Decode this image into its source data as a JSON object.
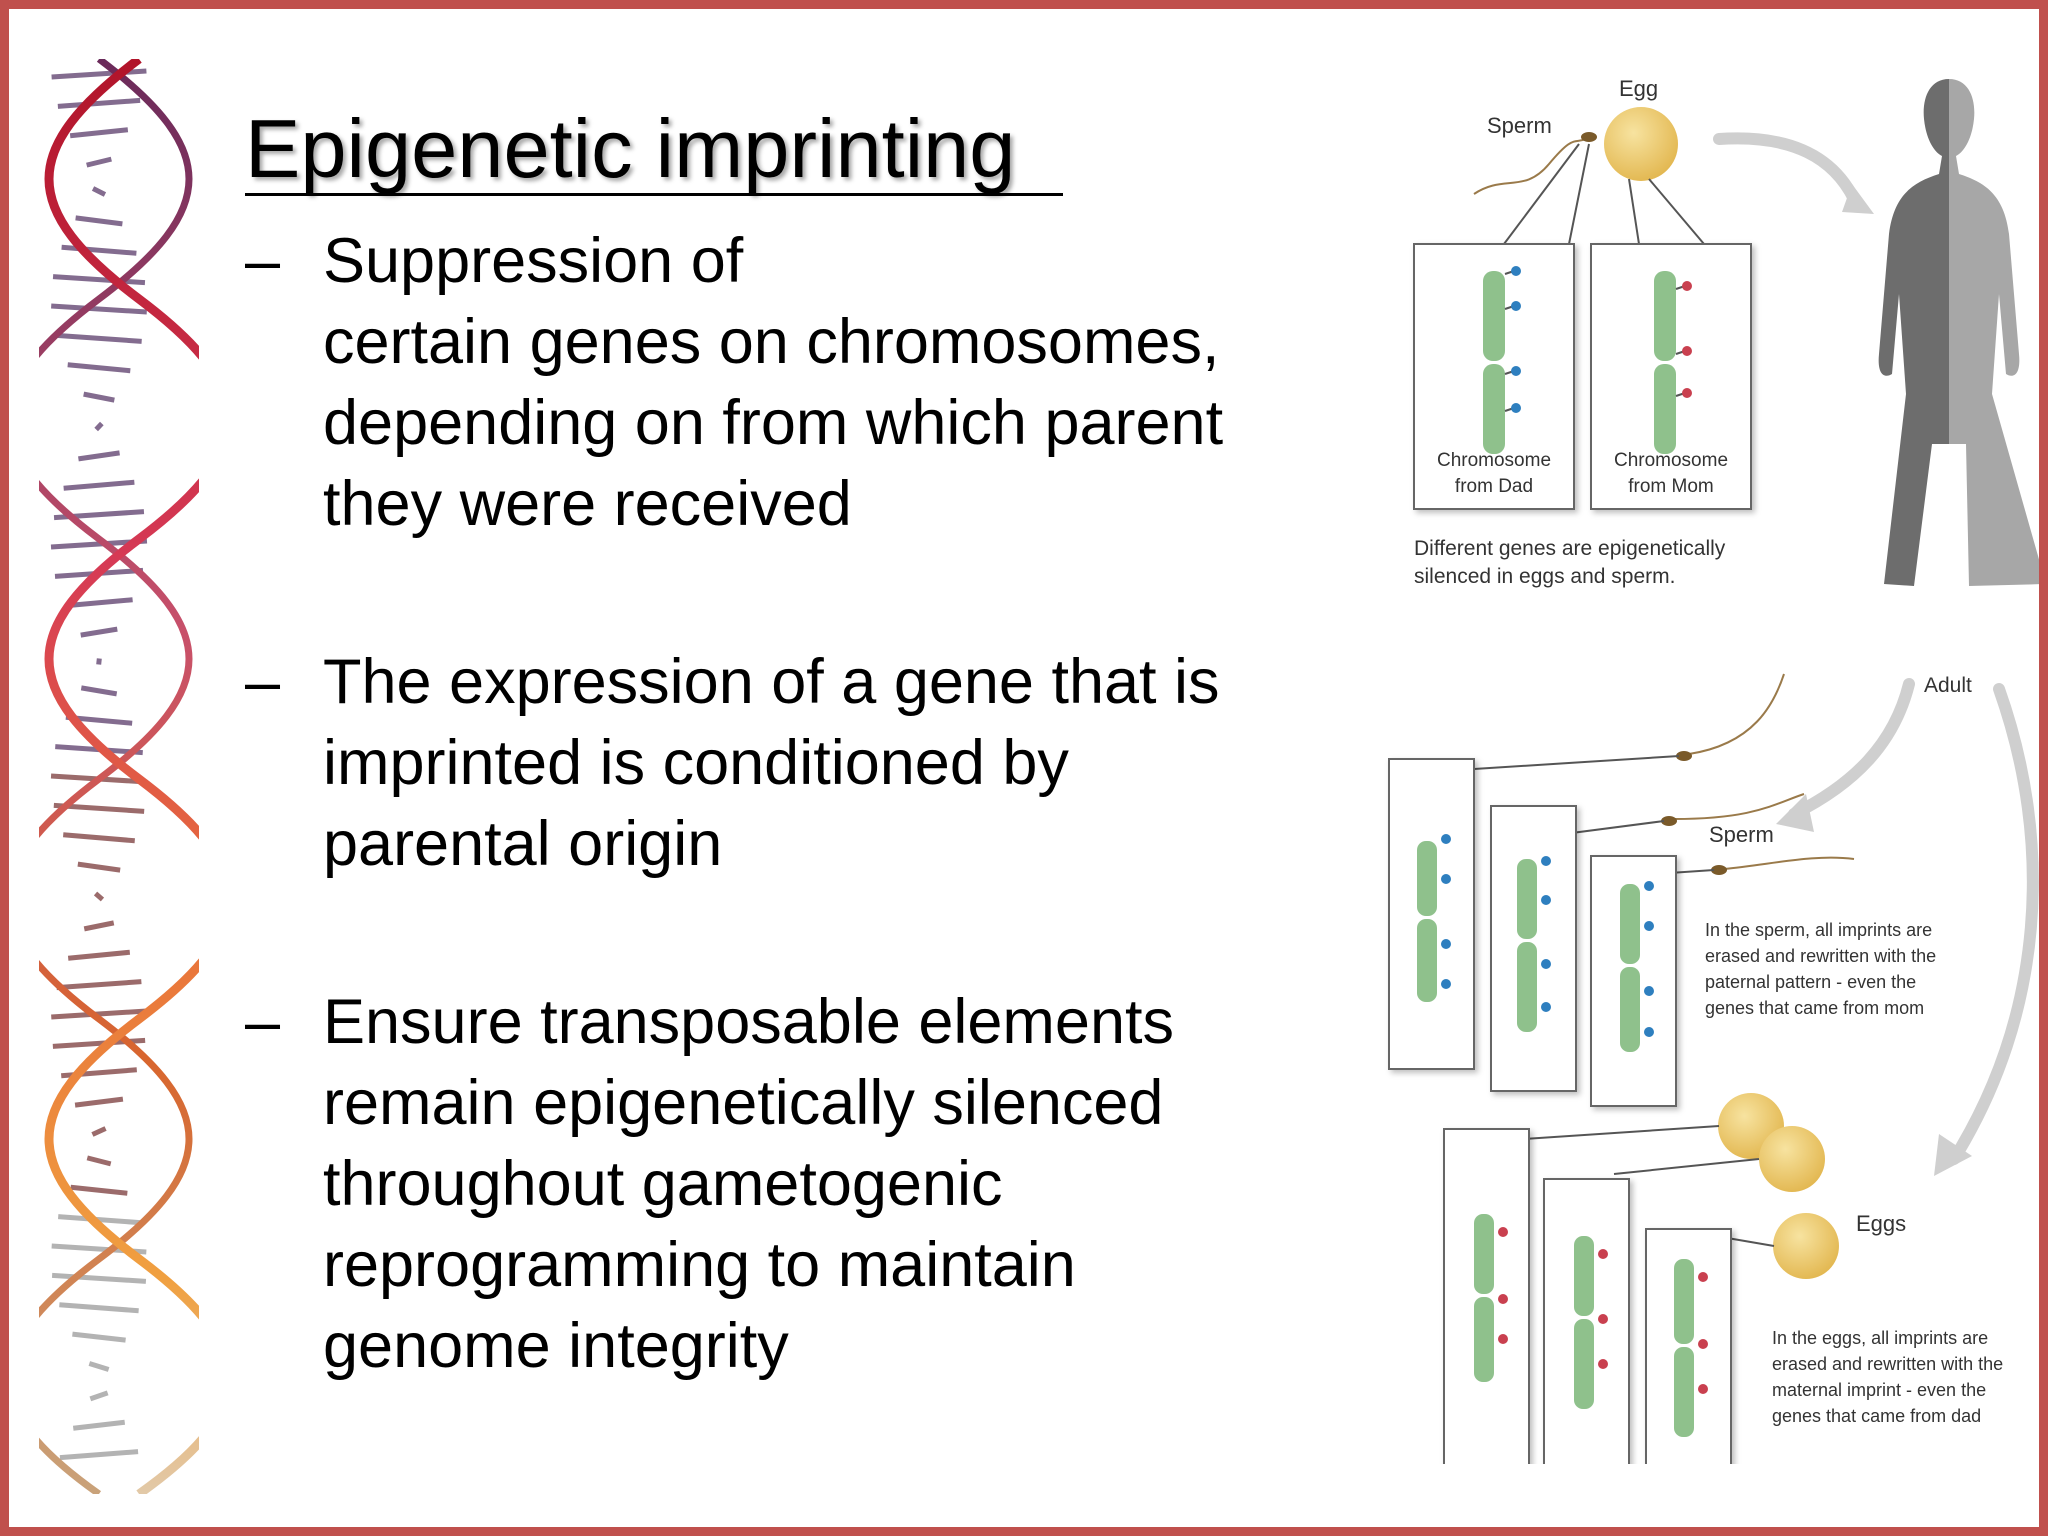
{
  "slide": {
    "title": "Epigenetic imprinting",
    "bullets": [
      {
        "marker": "–",
        "lines": [
          "Suppression of",
          "certain genes on chromosomes,",
          "depending on from which parent",
          "they were received"
        ]
      },
      {
        "marker": "–",
        "lines": [
          "The expression of a gene that is",
          "imprinted is conditioned by",
          "parental origin"
        ]
      },
      {
        "marker": "–",
        "lines": [
          "Ensure transposable elements",
          "remain epigenetically silenced",
          "throughout gametogenic",
          "reprogramming to maintain",
          "genome integrity"
        ]
      }
    ]
  },
  "figure": {
    "egg_label": "Egg",
    "sperm_label_top": "Sperm",
    "chromosome_dad_line1": "Chromosome",
    "chromosome_dad_line2": "from Dad",
    "chromosome_mom_line1": "Chromosome",
    "chromosome_mom_line2": "from Mom",
    "caption_top_line1": "Different genes are epigenetically",
    "caption_top_line2": "silenced in eggs and sperm.",
    "adult_label": "Adult",
    "sperm_label_middle": "Sperm",
    "sperm_caption_lines": [
      "In the sperm, all imprints are",
      "erased and rewritten with the",
      "paternal pattern - even the",
      "genes that came from mom"
    ],
    "eggs_label": "Eggs",
    "eggs_caption_lines": [
      "In the eggs, all imprints are",
      "erased and rewritten with the",
      "maternal imprint - even the",
      "genes that came from dad"
    ]
  },
  "colors": {
    "border": "#c0504d",
    "chromosome": "#8fc18c",
    "paternal_mark": "#2e7fbf",
    "maternal_mark": "#c9404f",
    "egg": "#e9c35e",
    "silhouette_dark": "#6d6d6d",
    "silhouette_light": "#a7a7a7"
  }
}
